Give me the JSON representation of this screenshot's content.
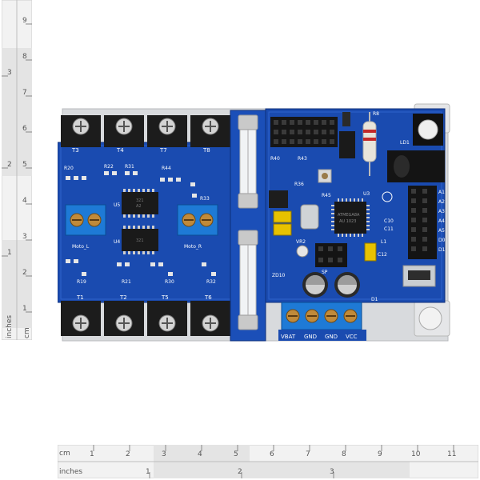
{
  "vertical_ruler": {
    "cm_label": "cm",
    "inch_label": "inches",
    "cm_numbers": [
      "1",
      "2",
      "3",
      "4",
      "5",
      "6",
      "7",
      "8",
      "9"
    ],
    "inch_numbers": [
      "1",
      "2",
      "3"
    ]
  },
  "horizontal_ruler": {
    "cm_label": "cm",
    "inch_label": "inches",
    "cm_numbers": [
      "1",
      "2",
      "3",
      "4",
      "5",
      "6",
      "7",
      "8",
      "9",
      "10",
      "11"
    ],
    "inch_numbers": [
      "1",
      "2",
      "3"
    ]
  },
  "board": {
    "terminal_labels_top": [
      "T3",
      "T4",
      "T7",
      "T8"
    ],
    "terminal_labels_bottom": [
      "T1",
      "T2",
      "T5",
      "T6"
    ],
    "motor_left_label": "Moto_L",
    "motor_right_label": "Moto_R",
    "resistor_labels": [
      "R20",
      "R22",
      "R31",
      "R44",
      "R33",
      "R19",
      "R21",
      "R30",
      "R32"
    ],
    "chip_labels": [
      "U5",
      "U4"
    ],
    "chip_text": [
      "321",
      "A2",
      "321"
    ],
    "mcu_label": "U3",
    "mcu_text": [
      "ATMEGA8A",
      "AU 1023"
    ],
    "power_terminal_labels": [
      "VBAT",
      "GND",
      "GND",
      "VCC"
    ],
    "header_labels": [
      "A1",
      "A2",
      "A3",
      "A4",
      "A5",
      "D0",
      "D1"
    ],
    "misc_labels": [
      "VR2",
      "LD1",
      "ZD10",
      "R40",
      "R43",
      "R45",
      "R36",
      "C10",
      "C11",
      "C12",
      "L1",
      "SP",
      "D1",
      "R8"
    ]
  }
}
